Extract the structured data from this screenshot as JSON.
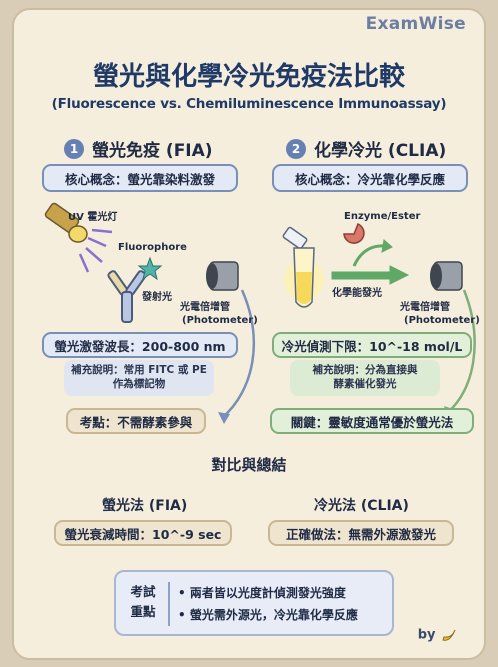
{
  "brand": "ExamWise",
  "title": "螢光與化學冷光免疫法比較",
  "subtitle": "(Fluorescence vs. Chemiluminescence Immunoassay)",
  "fia": {
    "number": "1",
    "heading": "螢光免疫 (FIA)",
    "core": "核心概念：螢光靠染料激發",
    "uv_label": "UV 霍光灯",
    "fluorophore_label": "Fluorophore",
    "emit_label": "發射光",
    "detector_label_1": "光電倍增管",
    "detector_label_2": "(Photometer)",
    "wavelength": "螢光激發波長：200-800 nm",
    "note_line1": "補充說明：常用 FITC 或 PE",
    "note_line2": "作為標記物",
    "exam_point": "考點：不需酵素參與"
  },
  "clia": {
    "number": "2",
    "heading": "化學冷光 (CLIA)",
    "core": "核心概念：冷光靠化學反應",
    "enzyme_label": "Enzyme/Ester",
    "chem_label": "化學能發光",
    "detector_label_1": "光電倍增管",
    "detector_label_2": "(Photometer)",
    "limit": "冷光偵測下限：10^-18 mol/L",
    "note_line1": "補充說明：分為直接與",
    "note_line2": "酵素催化發光",
    "key": "關鍵：靈敏度通常優於螢光法"
  },
  "compare": {
    "title": "對比與總結",
    "left_title": "螢光法 (FIA)",
    "right_title": "冷光法 (CLIA)",
    "left_value": "螢光衰減時間：10^-9 sec",
    "right_value": "正確做法：無需外源激發光"
  },
  "summary": {
    "head1": "考試",
    "head2": "重點",
    "line1": "兩者皆以光度計偵測發光強度",
    "line2": "螢光需外源光，冷光靠化學反應"
  },
  "byline": "by"
}
